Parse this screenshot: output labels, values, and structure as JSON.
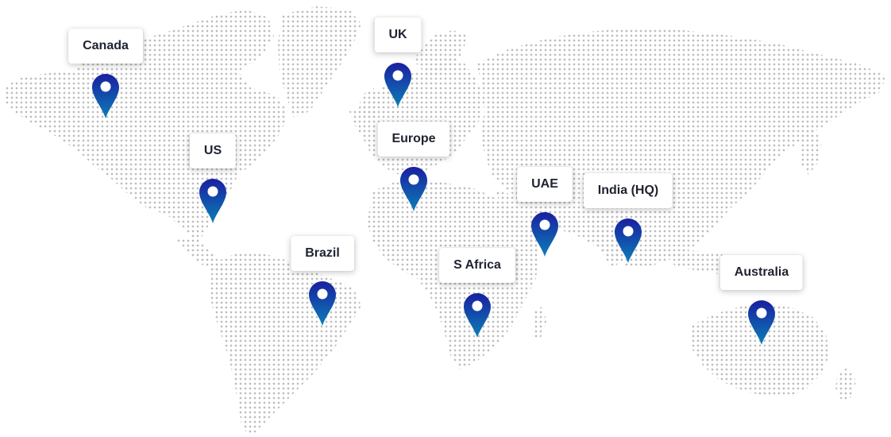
{
  "map": {
    "land_dot_color": "#bdbdbd",
    "pin_gradient_top": "#1a1fa0",
    "pin_gradient_bottom": "#0b7fb8",
    "label_text_color": "#1f2230"
  },
  "locations": [
    {
      "id": "canada",
      "label": "Canada"
    },
    {
      "id": "uk",
      "label": "UK"
    },
    {
      "id": "us",
      "label": "US"
    },
    {
      "id": "europe",
      "label": "Europe"
    },
    {
      "id": "uae",
      "label": "UAE"
    },
    {
      "id": "india",
      "label": "India (HQ)"
    },
    {
      "id": "brazil",
      "label": "Brazil"
    },
    {
      "id": "s-africa",
      "label": "S Africa"
    },
    {
      "id": "australia",
      "label": "Australia"
    }
  ]
}
